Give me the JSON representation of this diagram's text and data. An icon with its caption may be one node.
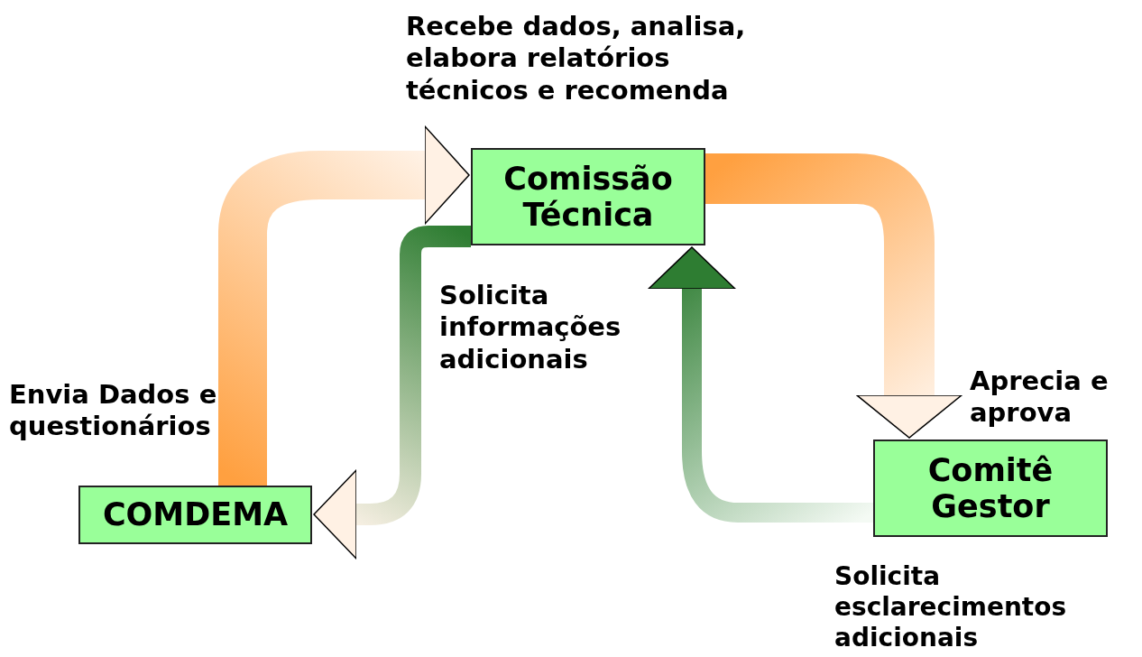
{
  "diagram": {
    "nodes": [
      {
        "text": [
          "Comissão Técnica"
        ],
        "beside": [
          "Recebe dados, analisa, elabora relatórios técnicos e recomenda"
        ]
      },
      {
        "text": [
          "Comitê Gestor"
        ],
        "beside": [
          "Aprecia e aprova",
          "Solicita esclarecimentos adicionais"
        ]
      },
      {
        "text": [
          "COMDEMA"
        ],
        "beside": [
          "Envia Dados e questionários"
        ]
      }
    ],
    "edges": [
      {
        "from": 2,
        "to": 0,
        "arrow": "to",
        "color": "#ffa040"
      },
      {
        "from": 0,
        "to": 1,
        "arrow": "to",
        "color": "#ffa040"
      },
      {
        "from": 1,
        "to": 0,
        "arrow": "to",
        "color": "#2e7d32"
      },
      {
        "from": 0,
        "to": 2,
        "arrow": "to",
        "color": "#2e7d32",
        "label": "Solicita informações adicionais"
      }
    ]
  }
}
